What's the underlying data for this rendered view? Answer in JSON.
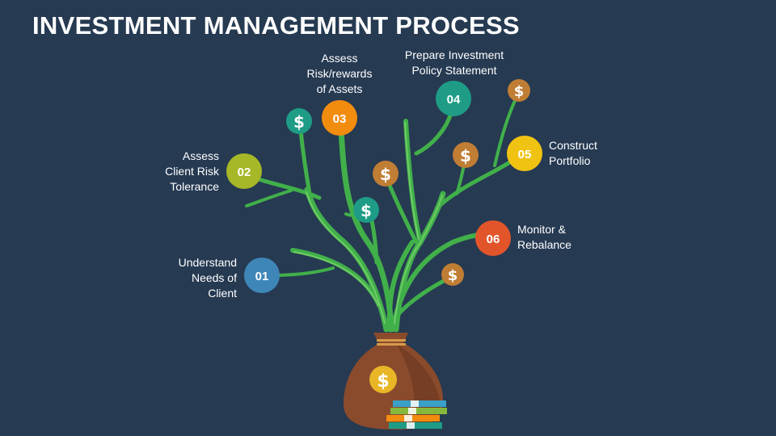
{
  "title": "INVESTMENT MANAGEMENT PROCESS",
  "steps": [
    {
      "number": "01",
      "label": [
        "Understand",
        "Needs of",
        "Client"
      ],
      "color": "#3f86b8"
    },
    {
      "number": "02",
      "label": [
        "Assess",
        "Client Risk",
        "Tolerance"
      ],
      "color": "#a6b728"
    },
    {
      "number": "03",
      "label": [
        "Assess",
        "Risk/rewards",
        "of Assets"
      ],
      "color": "#f28c0f"
    },
    {
      "number": "04",
      "label": [
        "Prepare Investment",
        "Policy Statement"
      ],
      "color": "#1e9c86"
    },
    {
      "number": "05",
      "label": [
        "Construct",
        "Portfolio"
      ],
      "color": "#f0c312"
    },
    {
      "number": "06",
      "label": [
        "Monitor &",
        "Rebalance"
      ],
      "color": "#e2552b"
    }
  ],
  "coin_symbol": "$",
  "colors": {
    "background": "#263a52",
    "branch": "#41b04a",
    "branch_highlight": "#7bd46c",
    "bag": "#8a4b2c",
    "bag_dark": "#6d3a22",
    "coin_teal": "#1e9c86",
    "coin_bronze": "#c07d34",
    "coin_gold": "#e9b627"
  }
}
